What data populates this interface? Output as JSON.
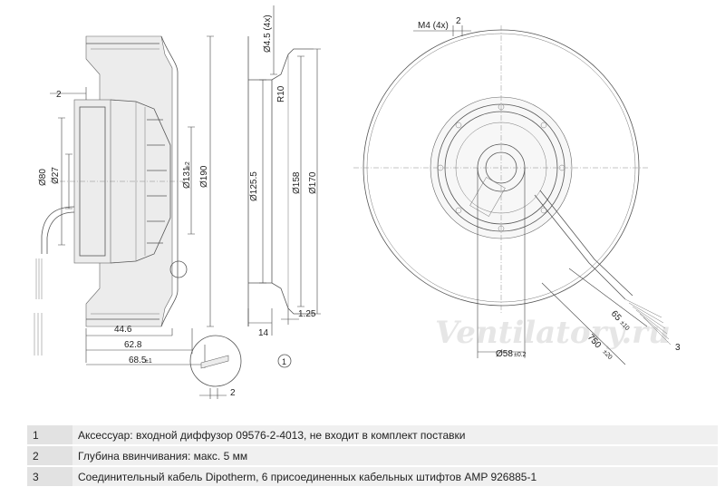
{
  "dimensions": {
    "side": {
      "d80": "Ø80",
      "d27": "Ø27",
      "d131": "Ø131",
      "d131_tol": "±2",
      "d190": "Ø190",
      "two_top": "2",
      "l44_6": "44.6",
      "l62_8": "62.8",
      "l68_5": "68.5",
      "l68_5_tol": "±1",
      "two_detail": "2"
    },
    "profile": {
      "d4_5": "Ø4.5 (4x)",
      "r10": "R10",
      "d125_5": "Ø125.5",
      "d158": "Ø158",
      "d170": "Ø170",
      "l14": "14",
      "l1_25": "1.25"
    },
    "front": {
      "m4": "M4 (4x)",
      "two": "2",
      "d58": "Ø58",
      "d58_tol": "±0.2",
      "l750": "750",
      "l750_tol": "±20",
      "l65": "65",
      "l65_tol": "±10"
    }
  },
  "callouts": {
    "one": "1",
    "three": "3"
  },
  "watermark": "Ventilatory.ru",
  "notes": [
    {
      "num": "1",
      "text": "Аксессуар: входной диффузор 09576-2-4013, не входит в комплект поставки"
    },
    {
      "num": "2",
      "text": "Глубина ввинчивания: макс. 5 мм"
    },
    {
      "num": "3",
      "text": "Соединительный кабель Dipotherm, 6 присоединенных кабельных штифтов AMP 926885-1"
    }
  ]
}
